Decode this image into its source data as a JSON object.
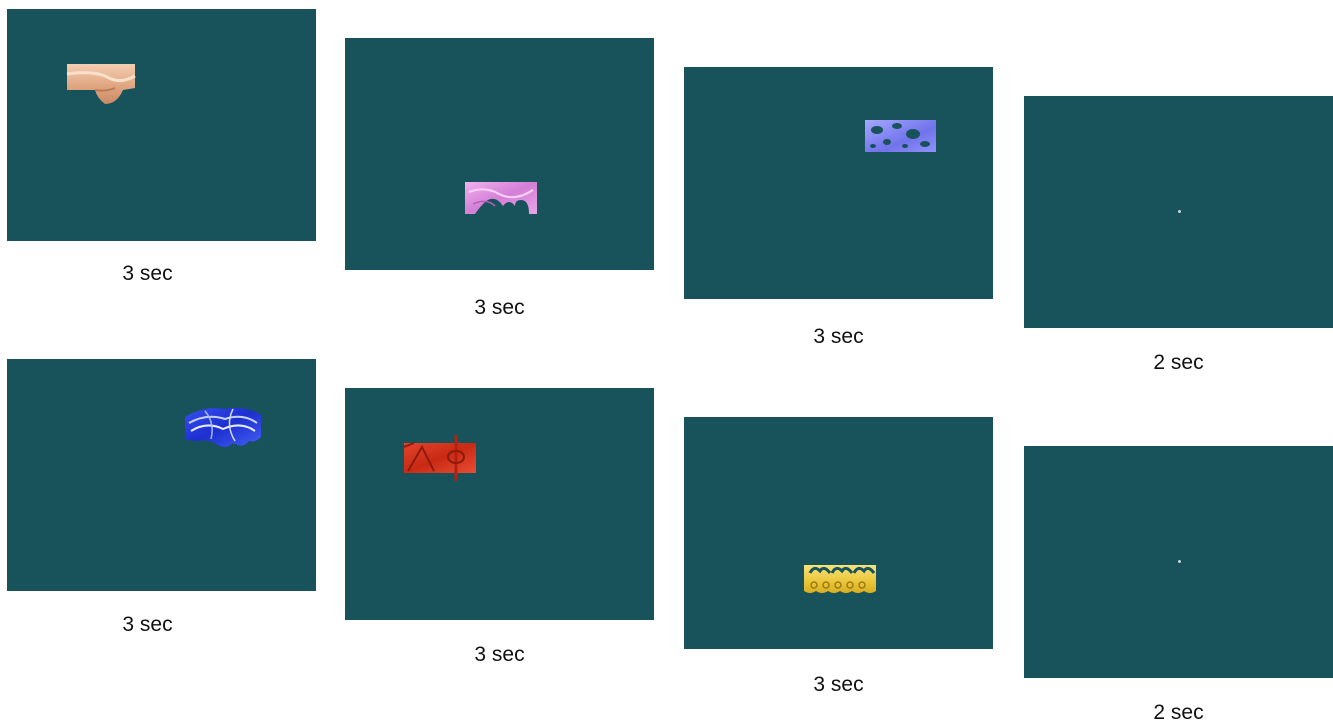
{
  "trial_sequences": [
    {
      "row": "top",
      "frames": [
        {
          "duration": "3 sec",
          "stimulus": "peach-folded-shape",
          "color": "#e8b998"
        },
        {
          "duration": "3 sec",
          "stimulus": "pink-marbled-shape",
          "color": "#dc8edc"
        },
        {
          "duration": "3 sec",
          "stimulus": "periwinkle-spotted-shape",
          "color": "#7d7ff0"
        },
        {
          "duration": "2 sec",
          "stimulus": "fixation-dot",
          "color": "#c8d8d8"
        }
      ]
    },
    {
      "row": "bottom",
      "frames": [
        {
          "duration": "3 sec",
          "stimulus": "blue-swirled-shape",
          "color": "#2a3fe0"
        },
        {
          "duration": "3 sec",
          "stimulus": "red-pierced-shape",
          "color": "#d8341c"
        },
        {
          "duration": "3 sec",
          "stimulus": "yellow-crown-shape",
          "color": "#f2d54a"
        },
        {
          "duration": "2 sec",
          "stimulus": "fixation-dot",
          "color": "#c8d8d8"
        }
      ]
    }
  ],
  "colors": {
    "screen_background": "#18525a",
    "page_background": "#ffffff",
    "caption_text": "#111111"
  }
}
